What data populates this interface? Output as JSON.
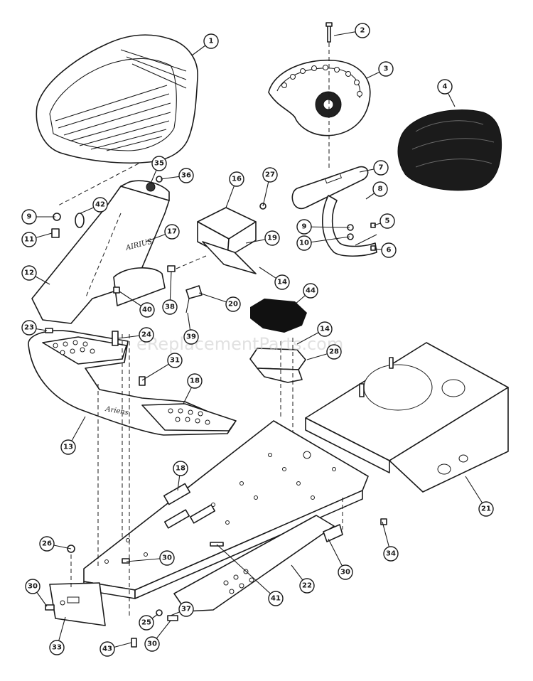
{
  "watermark": "eReplacementParts.com",
  "decals": {
    "frame_script": "Ariens",
    "console_text": "AIRIUS"
  },
  "callouts": [
    {
      "label": "1"
    },
    {
      "label": "2"
    },
    {
      "label": "3"
    },
    {
      "label": "4"
    },
    {
      "label": "7"
    },
    {
      "label": "8"
    },
    {
      "label": "5"
    },
    {
      "label": "6"
    },
    {
      "label": "9"
    },
    {
      "label": "10"
    },
    {
      "label": "9"
    },
    {
      "label": "11"
    },
    {
      "label": "42"
    },
    {
      "label": "35"
    },
    {
      "label": "36"
    },
    {
      "label": "16"
    },
    {
      "label": "27"
    },
    {
      "label": "17"
    },
    {
      "label": "19"
    },
    {
      "label": "12"
    },
    {
      "label": "14"
    },
    {
      "label": "40"
    },
    {
      "label": "38"
    },
    {
      "label": "20"
    },
    {
      "label": "39"
    },
    {
      "label": "23"
    },
    {
      "label": "24"
    },
    {
      "label": "44"
    },
    {
      "label": "14"
    },
    {
      "label": "28"
    },
    {
      "label": "31"
    },
    {
      "label": "18"
    },
    {
      "label": "13"
    },
    {
      "label": "18"
    },
    {
      "label": "21"
    },
    {
      "label": "26"
    },
    {
      "label": "30"
    },
    {
      "label": "34"
    },
    {
      "label": "30"
    },
    {
      "label": "22"
    },
    {
      "label": "41"
    },
    {
      "label": "30"
    },
    {
      "label": "33"
    },
    {
      "label": "37"
    },
    {
      "label": "25"
    },
    {
      "label": "30"
    },
    {
      "label": "43"
    }
  ]
}
